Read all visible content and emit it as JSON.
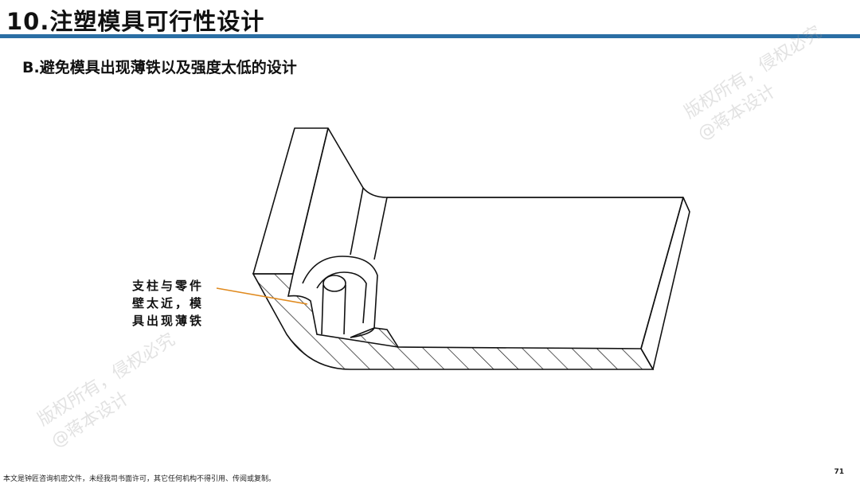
{
  "slide": {
    "title": "10.注塑模具可行性设计",
    "section_heading": "B.避免模具出现薄铁以及强度太低的设计",
    "page_number": "71",
    "footer_note": "本文是钟匠咨询机密文件，未经我司书面许可，其它任何机构不得引用、传阅或复制。"
  },
  "callout": {
    "lines": [
      "支柱与零件",
      "壁太近，模",
      "具出现薄铁"
    ]
  },
  "watermarks": {
    "wm1_line1": "版权所有，侵权必究",
    "wm1_line2": "@蒋本设计",
    "wm2_line1": "版权所有，侵权必究",
    "wm2_line2": "@蒋本设计"
  },
  "colors": {
    "title_bar": "#2a6ea4",
    "leader_line": "#e08a1e"
  }
}
